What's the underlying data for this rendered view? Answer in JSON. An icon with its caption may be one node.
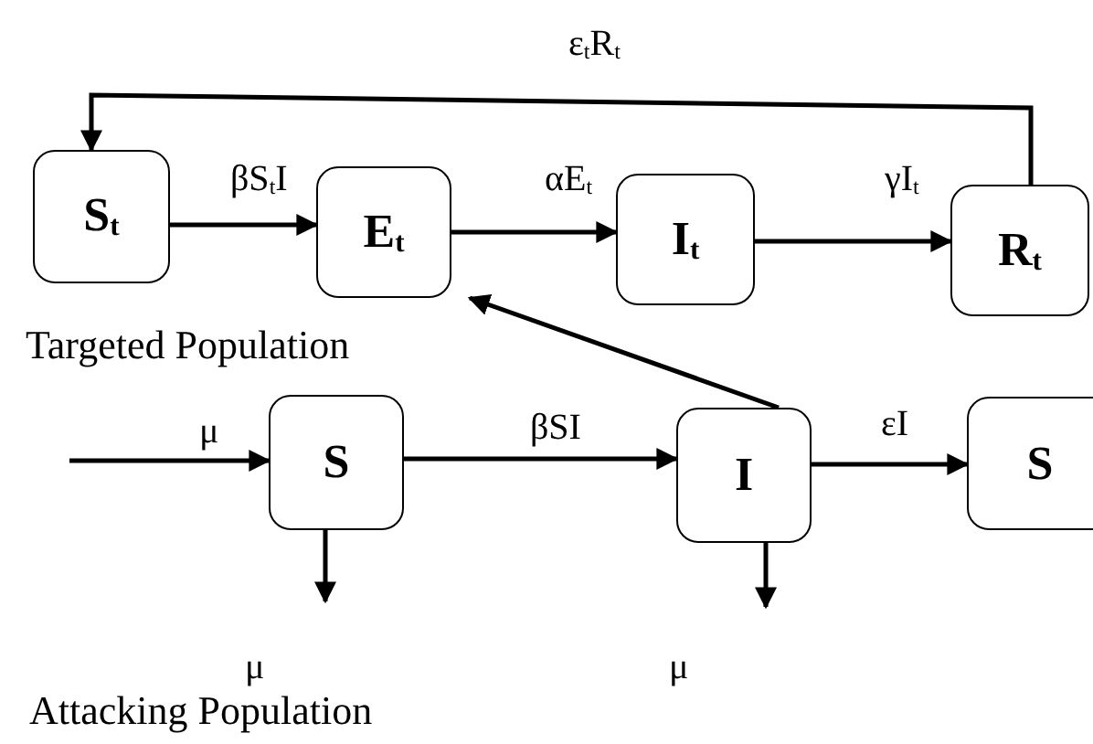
{
  "diagram": {
    "nodes": [
      {
        "text": [
          "S$_{t}$"
        ]
      },
      {
        "text": [
          "E$_{t}$"
        ]
      },
      {
        "text": [
          "I$_{t}$"
        ]
      },
      {
        "text": [
          "R$_{t}$"
        ]
      },
      {
        "text": [
          "S"
        ]
      },
      {
        "text": [
          "I"
        ]
      },
      {
        "text": [
          "S"
        ]
      }
    ],
    "edges": [
      {
        "from": 0,
        "to": 1,
        "arrow": "to",
        "label": "βS$_{t}$I"
      },
      {
        "from": 1,
        "to": 2,
        "arrow": "to",
        "label": "αE$_{t}$"
      },
      {
        "from": 2,
        "to": 3,
        "arrow": "to",
        "label": "γI$_{t}$"
      },
      {
        "from": 3,
        "to": 0,
        "arrow": "to",
        "label": "ε$_{t}$R$_{t}$"
      },
      {
        "from": null,
        "to": 4,
        "arrow": "to",
        "label": "μ"
      },
      {
        "from": 4,
        "to": 5,
        "arrow": "to",
        "label": "βSI"
      },
      {
        "from": 5,
        "to": 6,
        "arrow": "to",
        "label": "εI"
      },
      {
        "from": 5,
        "to": 1,
        "arrow": "to"
      },
      {
        "from": 4,
        "to": null,
        "arrow": "to",
        "label": "μ"
      },
      {
        "from": 5,
        "to": null,
        "arrow": "to",
        "label": "μ"
      }
    ],
    "labels": [
      "Targeted Population",
      "Attacking Population"
    ]
  }
}
